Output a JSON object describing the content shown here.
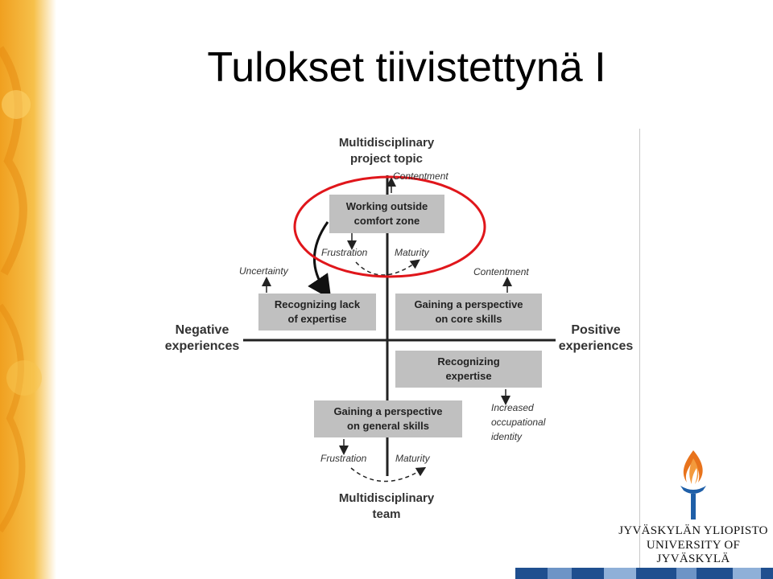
{
  "title": "Tulokset tiivistettynä I",
  "diagram": {
    "top_axis": [
      "Multidisciplinary",
      "project topic"
    ],
    "bottom_axis": [
      "Multidisciplinary",
      "team"
    ],
    "left_axis": [
      "Negative",
      "experiences"
    ],
    "right_axis": [
      "Positive",
      "experiences"
    ],
    "boxes": {
      "comfort_zone": [
        "Working outside",
        "comfort zone"
      ],
      "lack_expertise": [
        "Recognizing lack",
        "of expertise"
      ],
      "core_skills": [
        "Gaining a perspective",
        "on core skills"
      ],
      "recognizing_expertise": [
        "Recognizing",
        "expertise"
      ],
      "general_skills": [
        "Gaining a perspective",
        "on general skills"
      ]
    },
    "labels": {
      "contentment_top": "Contentment",
      "frustration_top": "Frustration",
      "maturity_top": "Maturity",
      "uncertainty": "Uncertainty",
      "contentment_right": "Contentment",
      "occupational_identity": [
        "Increased",
        "occupational",
        "identity"
      ],
      "frustration_bottom": "Frustration",
      "maturity_bottom": "Maturity"
    }
  },
  "logo": {
    "line1": "JYVÄSKYLÄN YLIOPISTO",
    "line2": "UNIVERSITY OF JYVÄSKYLÄ"
  },
  "colors": {
    "highlight_circle": "#e0161b",
    "box_fill": "#c0c0c0",
    "torch_orange": "#e8731c",
    "torch_blue": "#1f5fa8",
    "band_orange": "#f3a623"
  }
}
